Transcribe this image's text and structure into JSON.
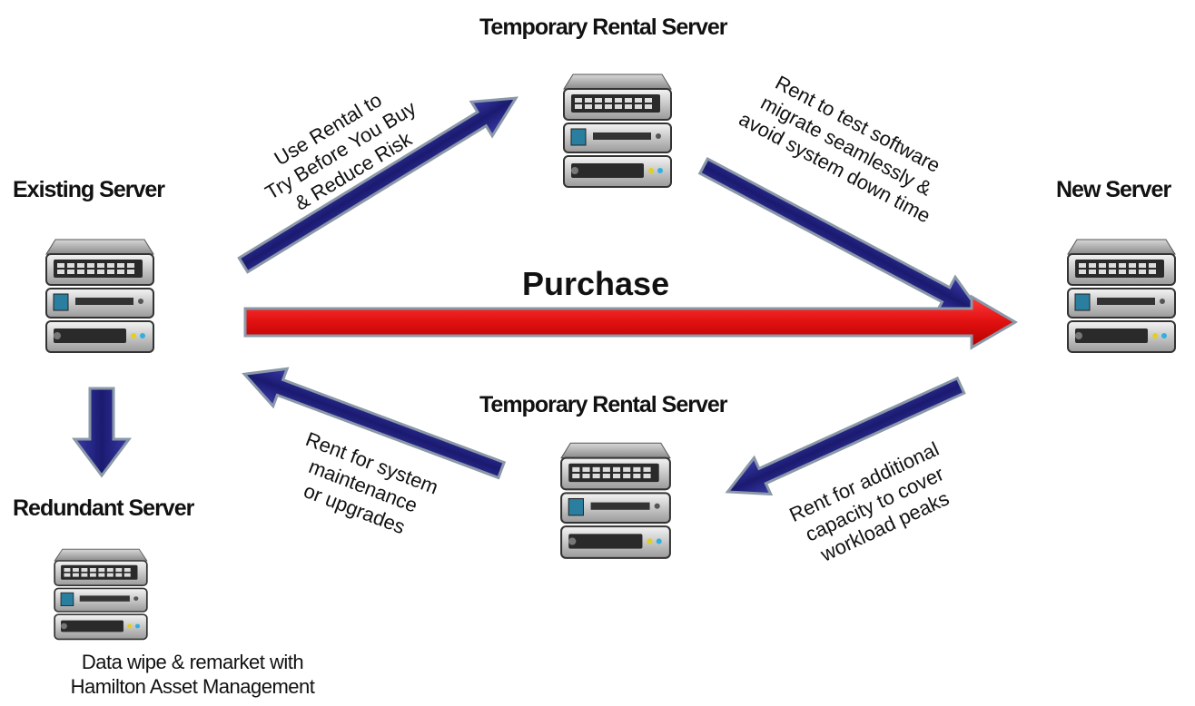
{
  "nodes": {
    "top_rental": "Temporary Rental Server",
    "existing": "Existing Server",
    "new": "New Server",
    "bottom_rental": "Temporary Rental Server",
    "redundant": "Redundant Server"
  },
  "arrows": {
    "try_before_buy": [
      "Use Rental to",
      "Try Before You Buy",
      "& Reduce Risk"
    ],
    "test_migrate": [
      "Rent to test software",
      "migrate seamlessly &",
      "avoid system down time"
    ],
    "purchase": "Purchase",
    "maintenance": [
      "Rent  for system",
      "maintenance",
      "or upgrades"
    ],
    "capacity": [
      "Rent  for additional",
      "capacity to cover",
      "workload peaks"
    ]
  },
  "footnote": [
    "Data wipe & remarket with",
    "Hamilton Asset Management"
  ],
  "colors": {
    "blue_arrow": "#1f1f7a",
    "red_arrow": "#e8141a",
    "arrow_outline": "#7a8a9a"
  },
  "icons": [
    "server-icon"
  ]
}
